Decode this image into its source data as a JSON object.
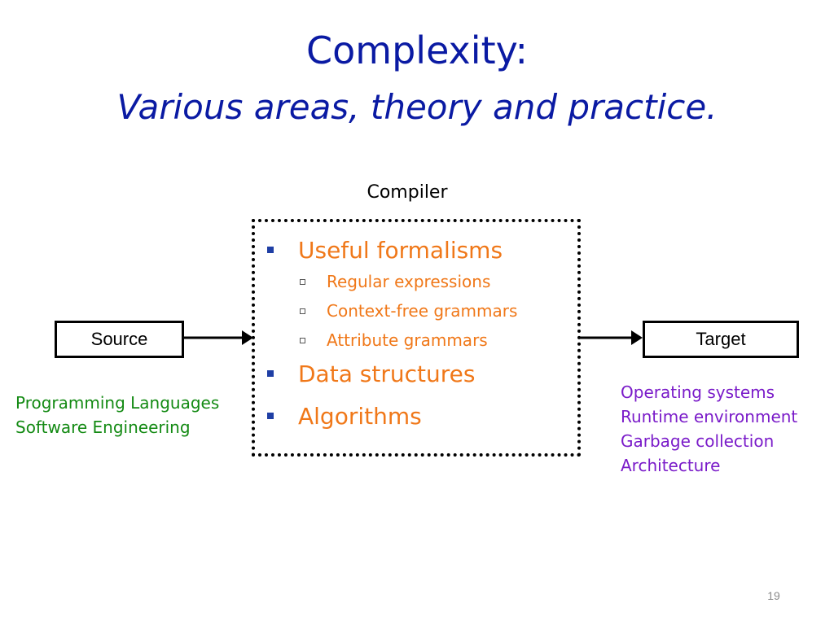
{
  "title": {
    "line1": "Complexity:",
    "line2": "Various areas, theory and practice."
  },
  "compiler": {
    "label": "Compiler",
    "items": [
      {
        "label": "Useful formalisms",
        "subitems": [
          "Regular expressions",
          "Context-free grammars",
          "Attribute grammars"
        ]
      },
      {
        "label": "Data structures",
        "subitems": []
      },
      {
        "label": "Algorithms",
        "subitems": []
      }
    ]
  },
  "source": {
    "label": "Source"
  },
  "target": {
    "label": "Target"
  },
  "left_notes": [
    "Programming Languages",
    "Software Engineering"
  ],
  "right_notes": [
    "Operating systems",
    "Runtime environment",
    "Garbage collection",
    "Architecture"
  ],
  "page_number": "19",
  "colors": {
    "title": "#0a1aa3",
    "items": "#f07819",
    "left_notes": "#138a13",
    "right_notes": "#7a1bc9"
  }
}
